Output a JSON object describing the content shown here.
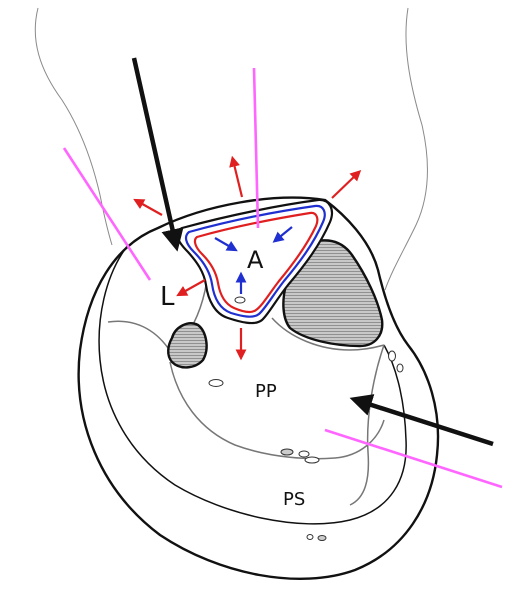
{
  "labels": {
    "anterior": "A",
    "lateral": "L",
    "posterior_deep": "PP",
    "posterior_superficial": "PS"
  },
  "colors": {
    "outline": "#111111",
    "pencil": "#777777",
    "red": "#e02020",
    "blue": "#2030d0",
    "pink": "#ff66ff",
    "bone_fill": "#b8b8b8"
  }
}
